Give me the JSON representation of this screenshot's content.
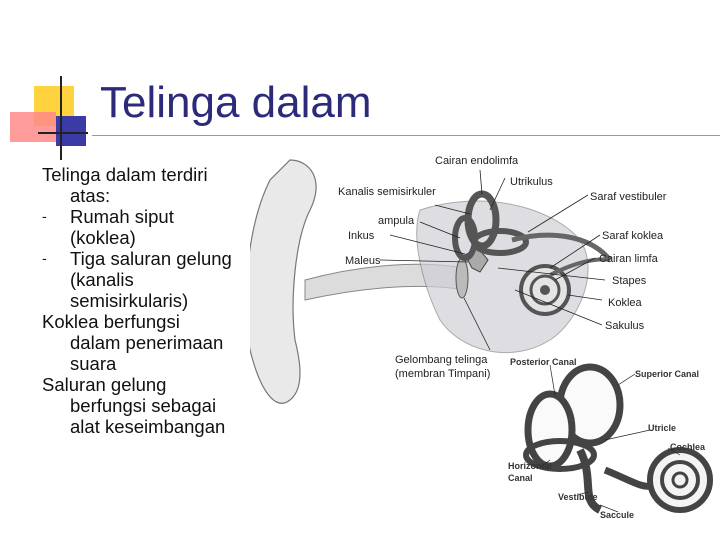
{
  "slide": {
    "title": "Telinga dalam",
    "body": [
      {
        "level": 0,
        "text": "Telinga dalam terdiri"
      },
      {
        "level": 1,
        "text": "atas:"
      },
      {
        "level": "bullet",
        "dash": "-",
        "text": "Rumah siput"
      },
      {
        "level": 1,
        "text": "(koklea)"
      },
      {
        "level": "bullet",
        "dash": "-",
        "text": "Tiga saluran gelung"
      },
      {
        "level": 1,
        "text": "(kanalis"
      },
      {
        "level": 1,
        "text": "semisirkularis)"
      },
      {
        "level": 0,
        "text": "Koklea berfungsi"
      },
      {
        "level": 1,
        "text": "dalam penerimaan"
      },
      {
        "level": 1,
        "text": "suara"
      },
      {
        "level": 0,
        "text": "Saluran gelung"
      },
      {
        "level": 1,
        "text": "berfungsi sebagai"
      },
      {
        "level": 1,
        "text": "alat keseimbangan"
      }
    ]
  },
  "diagram_labels": {
    "cairan_endolimfa": "Cairan endolimfa",
    "utrikulus": "Utrikulus",
    "kanalis": "Kanalis semisirkuler",
    "saraf_vestibuler": "Saraf vestibuler",
    "ampula": "ampula",
    "inkus": "Inkus",
    "saraf_koklea": "Saraf koklea",
    "maleus": "Maleus",
    "cairan_limfa": "Cairan limfa",
    "stapes": "Stapes",
    "koklea": "Koklea",
    "sakulus": "Sakulus",
    "gelombang": "Gelombang telinga",
    "membran": "(membran Timpani)",
    "posterior": "Posterior Canal",
    "superior": "Superior Canal",
    "utricle": "Utricle",
    "cochlea": "Cochlea",
    "horizontal1": "Horizontal",
    "horizontal2": "Canal",
    "vestibule": "Vestibule",
    "saccule": "Saccule"
  },
  "colors": {
    "title": "#2b2b7a",
    "deco_yellow": "#ffd700",
    "deco_red": "#ff6b6b",
    "deco_blue": "#3a3aa0",
    "divider": "#9a9a9a"
  }
}
